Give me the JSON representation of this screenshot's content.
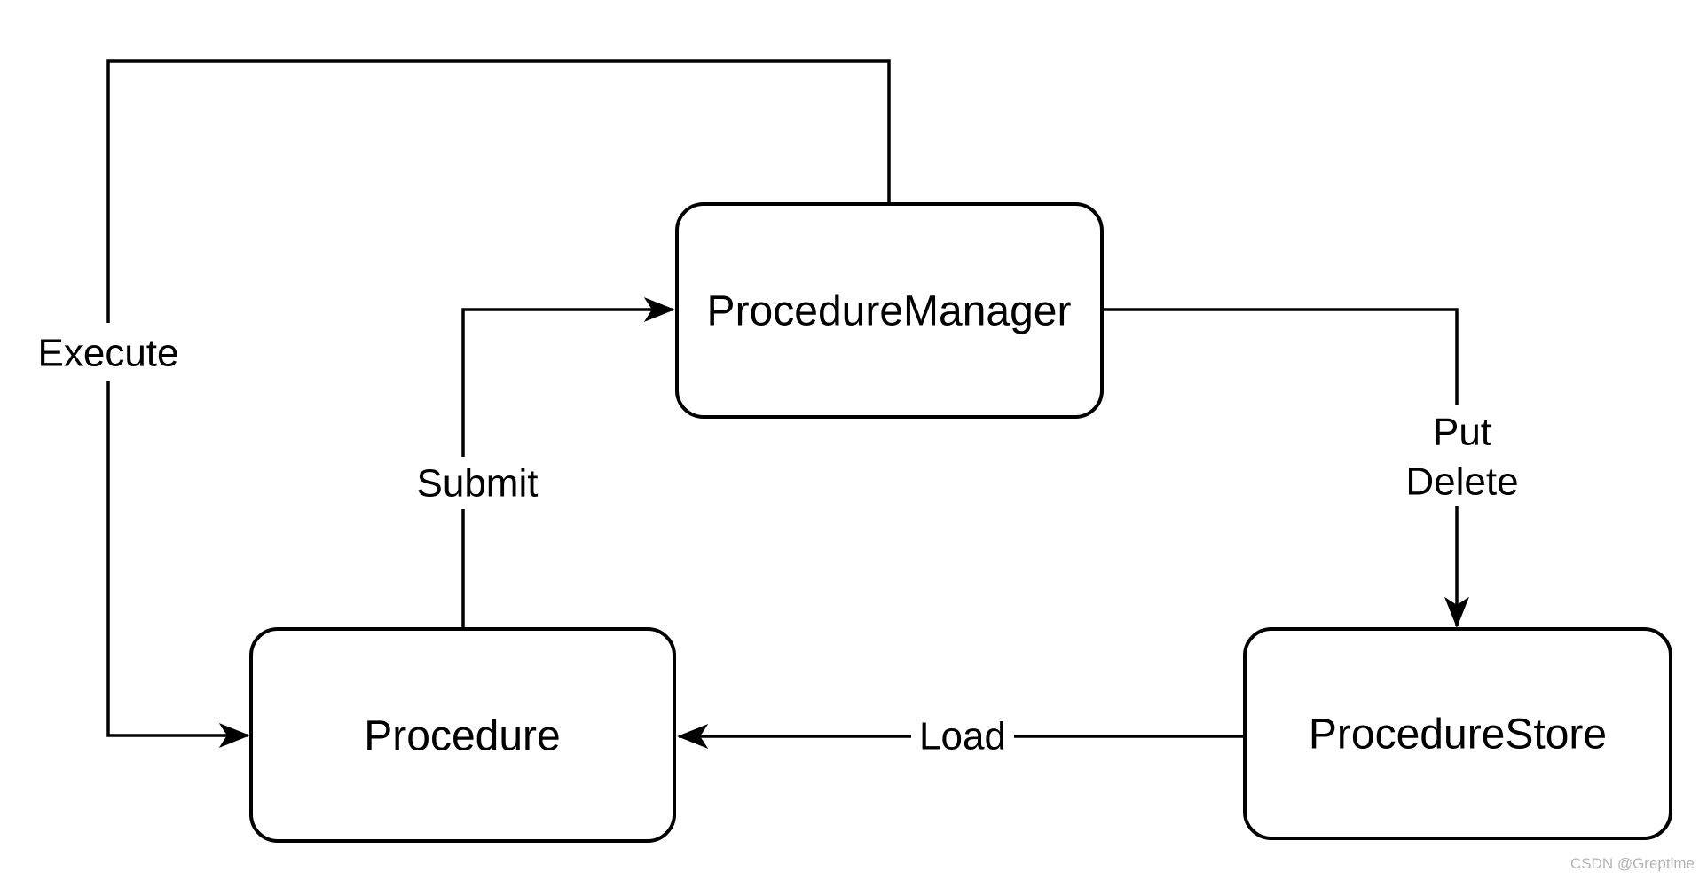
{
  "diagram": {
    "type": "flowchart",
    "background_color": "#ffffff",
    "line_color": "#000000",
    "node_fill_color": "#ffffff",
    "nodes": {
      "procedure_manager": {
        "label": "ProcedureManager"
      },
      "procedure": {
        "label": "Procedure"
      },
      "procedure_store": {
        "label": "ProcedureStore"
      }
    },
    "edges": {
      "execute": {
        "label": "Execute",
        "from": "ProcedureManager",
        "to": "Procedure"
      },
      "submit": {
        "label": "Submit",
        "from": "Procedure",
        "to": "ProcedureManager"
      },
      "put_delete": {
        "label_lines": [
          "Put",
          "Delete"
        ],
        "from": "ProcedureManager",
        "to": "ProcedureStore"
      },
      "load": {
        "label": "Load",
        "from": "ProcedureStore",
        "to": "Procedure"
      }
    }
  },
  "watermark": {
    "text": "CSDN @Greptime",
    "color": "#b4b4b4"
  }
}
